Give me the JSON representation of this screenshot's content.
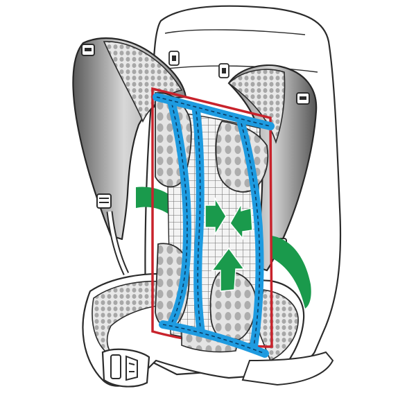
{
  "figure": {
    "subject": "backpack-back-ventilation",
    "colors": {
      "frame": "#1e9be0",
      "frame_dash": "#0a3d66",
      "airflow": "#1a9a4c",
      "edge": "#c8232c",
      "padding": "#c9c9c9",
      "padding_dots": "#9a9a9a",
      "mesh": "#7d7d7d",
      "outline": "#2b2b2b"
    },
    "icons": [
      "backpack-body",
      "shoulder-strap",
      "hip-belt",
      "buckle",
      "mesh-panel",
      "airflow-arrow",
      "frame-bar"
    ]
  }
}
